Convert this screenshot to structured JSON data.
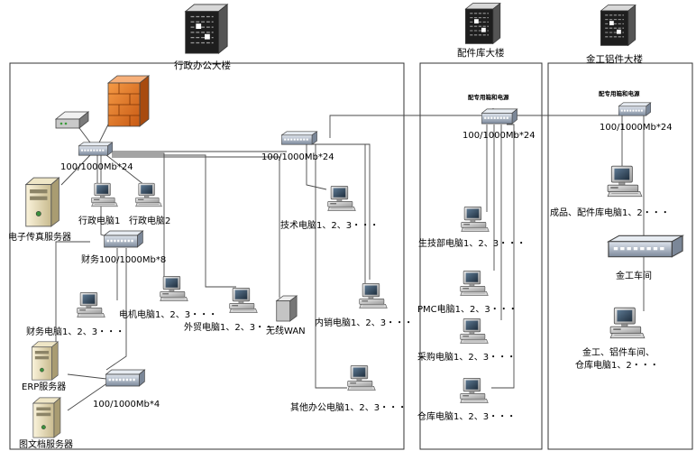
{
  "buildings": {
    "admin": {
      "label": "行政办公大楼"
    },
    "parts": {
      "label": "配件库大楼"
    },
    "metal": {
      "label": "金工铝件大楼"
    }
  },
  "switches": {
    "admin_main": {
      "label": "100/1000Mb*24"
    },
    "admin_mid": {
      "label": "100/1000Mb*24"
    },
    "finance": {
      "label": "财务100/1000Mb*8"
    },
    "server": {
      "label": "100/1000Mb*4"
    },
    "parts_main": {
      "label": "100/1000Mb*24",
      "power_label": "配专用箱和电源"
    },
    "metal_main": {
      "label": "100/1000Mb*24",
      "power_label": "配专用箱和电源"
    }
  },
  "servers": {
    "fax": {
      "label": "电子传真服务器"
    },
    "erp": {
      "label": "ERP服务器"
    },
    "docs": {
      "label": "图文档服务器"
    }
  },
  "computers": {
    "admin1": {
      "label": "行政电脑1"
    },
    "admin2": {
      "label": "行政电脑2"
    },
    "finance": {
      "label": "财务电脑1、2、3・・・"
    },
    "electrical": {
      "label": "电机电脑1、2、3・・・"
    },
    "trade": {
      "label": "外贸电脑1、2、3・・・"
    },
    "tech": {
      "label": "技术电脑1、2、3・・・"
    },
    "domestic": {
      "label": "内销电脑1、2、3・・・"
    },
    "other": {
      "label": "其他办公电脑1、2、3・・・"
    },
    "production": {
      "label": "生技部电脑1、2、3・・・"
    },
    "pmc": {
      "label": "PMC电脑1、2、3・・・"
    },
    "purchase": {
      "label": "采购电脑1、2、3・・・"
    },
    "warehouse": {
      "label": "仓库电脑1、2、3・・・"
    },
    "finished": {
      "label": "成品、配件库电脑1、2・・・"
    },
    "metal_line1": {
      "label": "金工、铝件车间、"
    },
    "metal_line2": {
      "label": "仓库电脑1、2・・・"
    }
  },
  "other": {
    "wireless": {
      "label": "无线WAN"
    },
    "workshop": {
      "label": "金工车间"
    }
  },
  "colors": {
    "line": "#4a4a4a",
    "firewall": "#e8701f",
    "switch": "#9aa7b8",
    "device": "#b8bcc2"
  }
}
